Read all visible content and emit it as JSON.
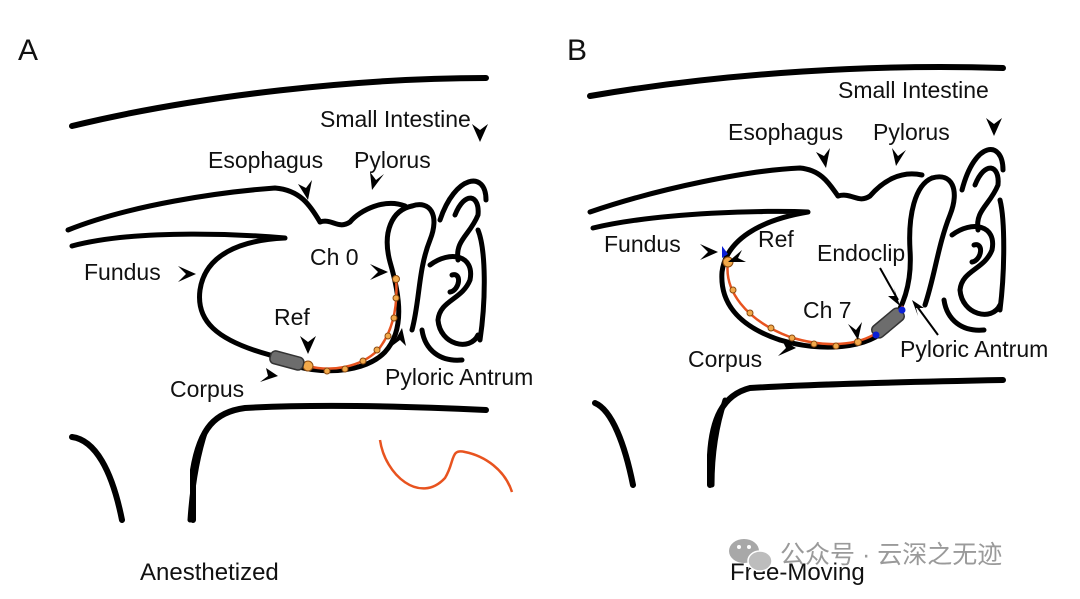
{
  "panels": [
    {
      "letter": "A",
      "condition": "Anesthetized",
      "labels": {
        "small_intestine": "Small Intestine",
        "esophagus": "Esophagus",
        "pylorus": "Pylorus",
        "fundus": "Fundus",
        "ch": "Ch 0",
        "ref": "Ref",
        "corpus": "Corpus",
        "pyloric_antrum": "Pyloric Antrum"
      }
    },
    {
      "letter": "B",
      "condition": "Free-Moving",
      "labels": {
        "small_intestine": "Small Intestine",
        "esophagus": "Esophagus",
        "pylorus": "Pylorus",
        "fundus": "Fundus",
        "ref": "Ref",
        "endoclip": "Endoclip",
        "ch": "Ch 7",
        "corpus": "Corpus",
        "pyloric_antrum": "Pyloric Antrum"
      }
    }
  ],
  "watermark": {
    "text": "公众号 · 云深之无迹",
    "icon": "wechat-icon"
  },
  "colors": {
    "outline": "#000000",
    "electrode_wire": "#e8531f",
    "electrode_contact": "#f2a94a",
    "anchor_clip": "#0a1fd6",
    "device_body": "#6d6d6d",
    "watermark": "#9a9a9a"
  }
}
